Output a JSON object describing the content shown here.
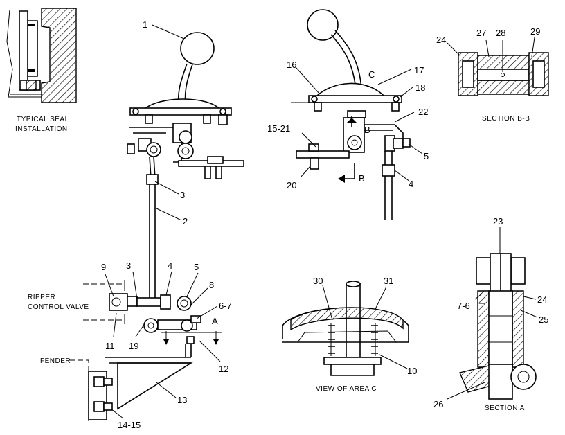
{
  "captions": {
    "typical_seal_line1": "TYPICAL SEAL",
    "typical_seal_line2": "INSTALLATION",
    "ripper_line1": "RIPPER",
    "ripper_line2": "CONTROL VALVE",
    "fender": "FENDER",
    "section_bb": "SECTION B-B",
    "view_area_c": "VIEW OF AREA C",
    "section_a": "SECTION A"
  },
  "markers": {
    "c": "C",
    "b_top": "B",
    "b_bottom": "B",
    "a": "A"
  },
  "callouts": {
    "c1": "1",
    "c2": "2",
    "c3a": "3",
    "c3b": "3",
    "c4a": "4",
    "c5a": "5",
    "c8": "8",
    "c67a": "6-7",
    "c9": "9",
    "c11": "11",
    "c19": "19",
    "c12": "12",
    "c13": "13",
    "c1415": "14-15",
    "c16": "16",
    "c17": "17",
    "c18": "18",
    "c22": "22",
    "c1521": "15-21",
    "c5b": "5",
    "c20": "20",
    "c4b": "4",
    "c24a": "24",
    "c27": "27",
    "c28": "28",
    "c29": "29",
    "c30": "30",
    "c31": "31",
    "c10": "10",
    "c23": "23",
    "c76": "7-6",
    "c24b": "24",
    "c25": "25",
    "c26": "26"
  }
}
